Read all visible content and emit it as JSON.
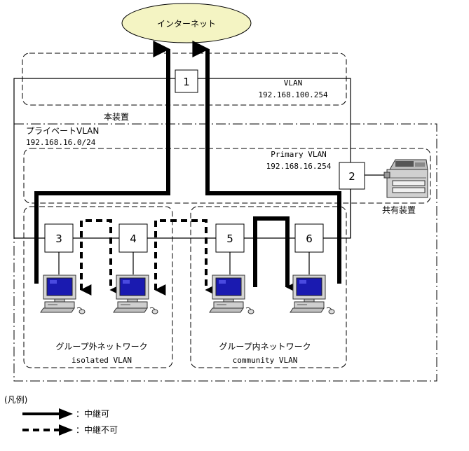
{
  "internet": {
    "label": "インターネット"
  },
  "vlan_external": {
    "name": "VLAN",
    "address": "192.168.100.254"
  },
  "device": {
    "label": "本装置"
  },
  "private_vlan": {
    "name": "プライベートVLAN",
    "address": "192.168.16.0/24"
  },
  "primary_vlan": {
    "name": "Primary VLAN",
    "address": "192.168.16.254"
  },
  "shared_device": {
    "label": "共有装置"
  },
  "ports": [
    "1",
    "2",
    "3",
    "4",
    "5",
    "6"
  ],
  "groups": {
    "isolated": {
      "title": "グループ外ネットワーク",
      "vlan": "isolated VLAN"
    },
    "community": {
      "title": "グループ内ネットワーク",
      "vlan": "community VLAN"
    }
  },
  "legend": {
    "title": "(凡例)",
    "relay_ok": "：中継可",
    "relay_ng": "：中継不可"
  },
  "colors": {
    "internet_fill": "#f4f4c3",
    "screen": "#1a1ab0"
  }
}
